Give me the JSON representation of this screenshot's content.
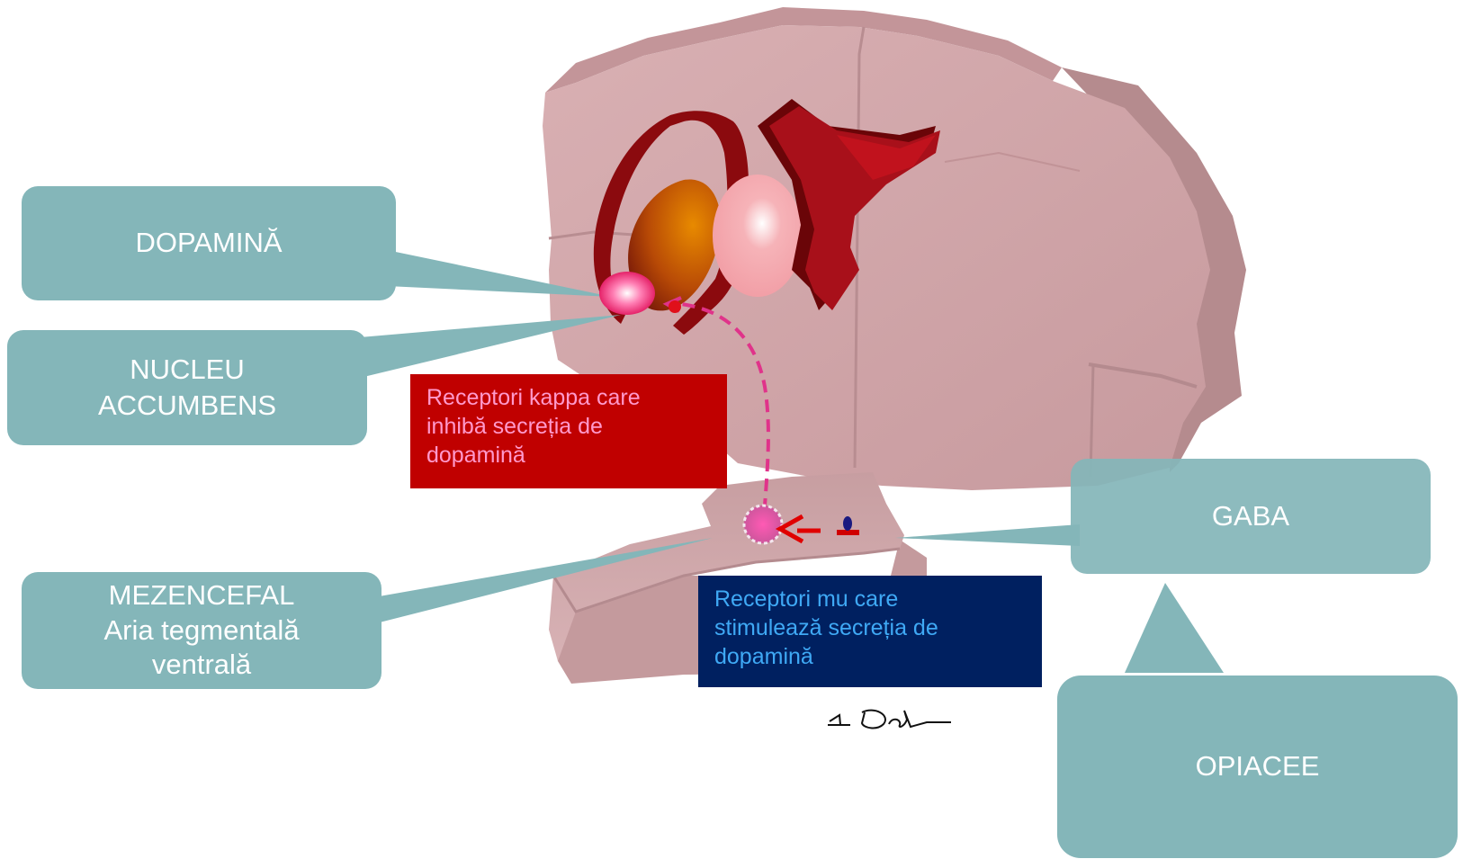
{
  "colors": {
    "callout_fill": "#84b6b9",
    "brain_fill": "#d3a8aa",
    "brain_edge": "#b58b8e",
    "dark_red": "#8b0a0e",
    "kappa_box": "#c00000",
    "kappa_text": "#ff99cc",
    "mu_box": "#002060",
    "mu_text": "#3fa9f5",
    "dashed_path": "#e0338a"
  },
  "callouts": {
    "dopamine": "DOPAMINĂ",
    "nucleus_line1": "NUCLEU",
    "nucleus_line2": "ACCUMBENS",
    "midbrain_line1": "MEZENCEFAL",
    "midbrain_line2": "Aria tegmentală",
    "midbrain_line3": "ventrală",
    "gaba": "GABA",
    "opiates": "OPIACEE"
  },
  "labels": {
    "kappa_line1": "Receptori kappa care",
    "kappa_line2": "inhibă secreția de",
    "kappa_line3": "dopamină",
    "mu_line1": "Receptori mu care",
    "mu_line2": "stimulează secreția de",
    "mu_line3": "dopamină"
  }
}
